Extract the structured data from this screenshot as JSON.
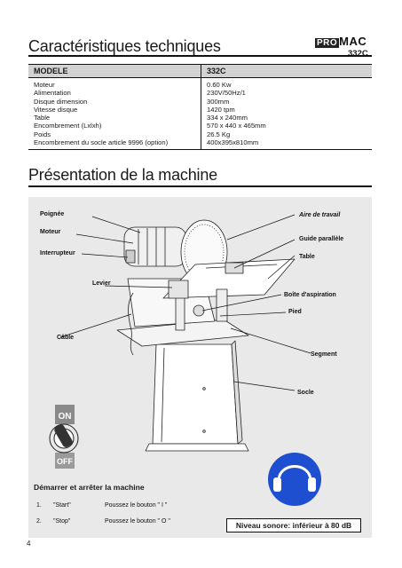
{
  "header": {
    "title": "Caractéristiques techniques",
    "brand_pro": "PRO",
    "brand_mac": "MAC",
    "model": "332C"
  },
  "specs": {
    "col1_header": "MODELE",
    "col2_header": "332C",
    "rows": [
      {
        "label": "Moteur",
        "value": "0.60 Kw"
      },
      {
        "label": "Alimentation",
        "value": "230V/50Hz/1"
      },
      {
        "label": "Disque dimension",
        "value": "300mm"
      },
      {
        "label": "Vitesse disque",
        "value": "1420 tpm"
      },
      {
        "label": "Table",
        "value": "334 x 240mm"
      },
      {
        "label": "Encombrement (Lxlxh)",
        "value": "570 x 440 x 465mm"
      },
      {
        "label": "Poids",
        "value": "26.5 Kg"
      },
      {
        "label": "Encombrement du socle article 9996 (option)",
        "value": "400x395x810mm"
      }
    ]
  },
  "presentation": {
    "title": "Présentation de la machine",
    "labels": {
      "poignee": "Poignée",
      "moteur": "Moteur",
      "interrupteur": "Interrupteur",
      "levier": "Levier",
      "cable": "Câble",
      "aire": "Aire de travail",
      "guide": "Guide parallèle",
      "table": "Table",
      "boite": "Boîte d'aspiration",
      "pied": "Pied",
      "segment": "Segment",
      "socle": "Socle"
    },
    "switch": {
      "on": "ON",
      "off": "OFF",
      "title": "Démarrer et arrêter la machine",
      "steps": [
        {
          "num": "1.",
          "name": "\"Start\"",
          "action": "Poussez le bouton \" I \""
        },
        {
          "num": "2.",
          "name": "\"Stop\"",
          "action": "Poussez le bouton \" O \""
        }
      ]
    },
    "noise": "Niveau sonore: inférieur à 80 dB"
  },
  "page_number": "4"
}
